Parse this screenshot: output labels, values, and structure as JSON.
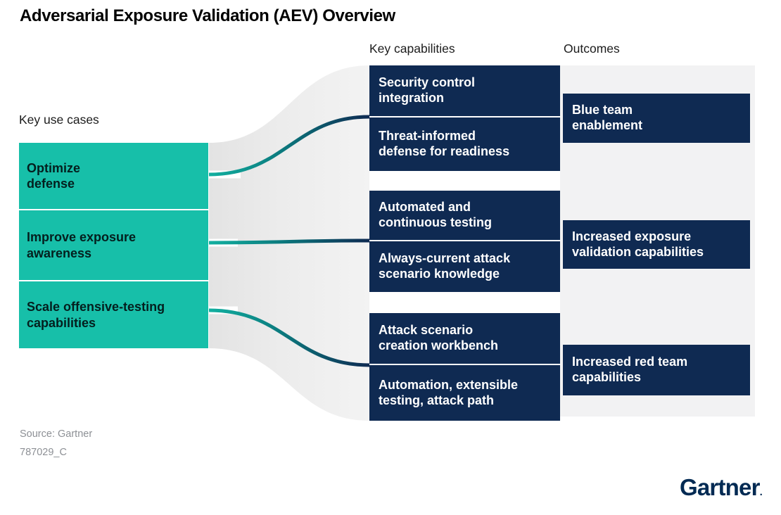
{
  "title": "Adversarial Exposure Validation (AEV) Overview",
  "diagram": {
    "use_cases": {
      "label": "Key use cases",
      "items": [
        {
          "text": "Optimize\ndefense"
        },
        {
          "text": "Improve exposure\nawareness"
        },
        {
          "text": "Scale offensive-testing\ncapabilities"
        }
      ]
    },
    "capabilities": {
      "label": "Key capabilities",
      "groups": [
        {
          "items": [
            {
              "text": "Security control\nintegration"
            },
            {
              "text": "Threat-informed\ndefense for readiness"
            }
          ]
        },
        {
          "items": [
            {
              "text": "Automated and\ncontinuous testing"
            },
            {
              "text": "Always-current attack\nscenario knowledge"
            }
          ]
        },
        {
          "items": [
            {
              "text": "Attack scenario\ncreation workbench"
            },
            {
              "text": "Automation, extensible\ntesting, attack path"
            }
          ]
        }
      ]
    },
    "outcomes": {
      "label": "Outcomes",
      "items": [
        {
          "text": "Blue team\nenablement"
        },
        {
          "text": "Increased exposure\nvalidation capabilities"
        },
        {
          "text": "Increased red team\ncapabilities"
        }
      ]
    }
  },
  "colors": {
    "teal": "#17BFA9",
    "navy": "#0F2A52",
    "use_case_text": "#041F1E",
    "link_teal": "#12B0A0",
    "link_mid": "#0B7A7E",
    "flow_gray_start": "#E3E3E3",
    "flow_gray_end": "#F3F3F3",
    "panel_gray": "#F2F2F3",
    "label_text": "#1C1C1C",
    "footer_text": "#8D9095",
    "logo_navy": "#012A53"
  },
  "footer": {
    "source": "Source: Gartner",
    "doc_id": "787029_C",
    "logo_text": "Gartner",
    "logo_mark": "."
  }
}
